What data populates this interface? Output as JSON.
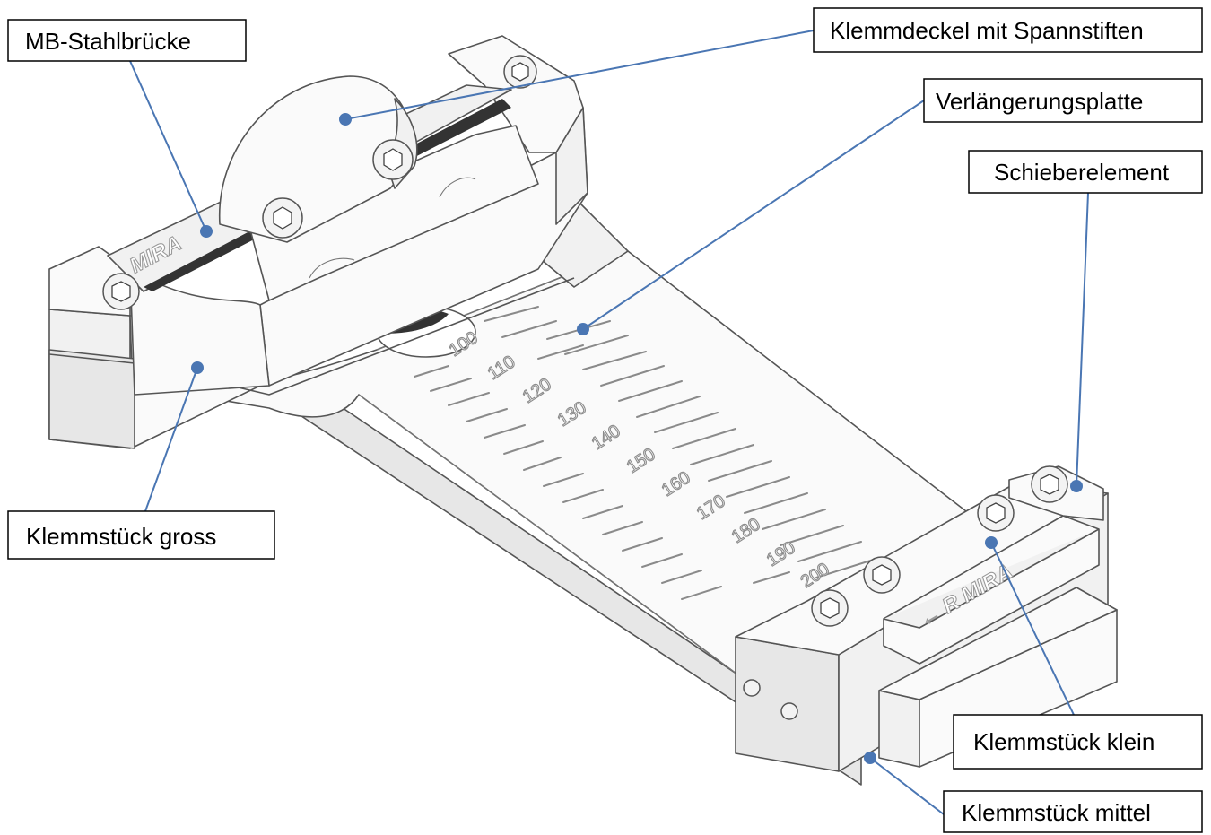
{
  "labels": {
    "mb_stahlbruecke": "MB-Stahlbrücke",
    "klemmdeckel": "Klemmdeckel mit Spannstiften",
    "verlaengerungsplatte": "Verlängerungsplatte",
    "schieberelement": "Schieberelement",
    "klemmstueck_gross": "Klemmstück gross",
    "klemmstueck_klein": "Klemmstück klein",
    "klemmstueck_mittel": "Klemmstück mittel"
  },
  "scale": {
    "numbers": [
      "100",
      "110",
      "120",
      "130",
      "140",
      "150",
      "160",
      "170",
      "180",
      "190",
      "200"
    ]
  },
  "engravings": {
    "brand_top": "MIRA",
    "brand_slider": "← R MIRA"
  },
  "colors": {
    "leader": "#4a76b3",
    "outline": "#555555",
    "label_border": "#000000"
  }
}
